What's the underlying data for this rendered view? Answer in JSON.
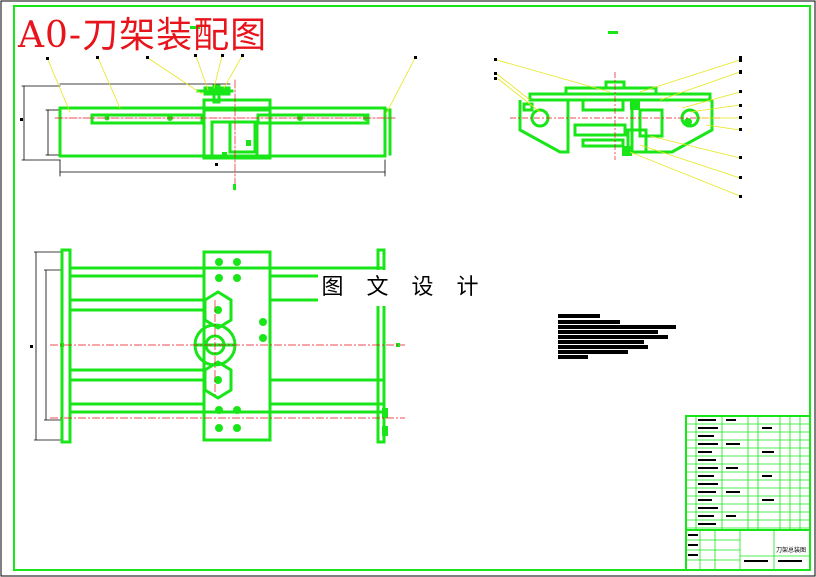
{
  "drawing": {
    "title": "A0-刀架装配图",
    "watermark": "图 文 设 计",
    "title_block_name": "刀架总装图"
  },
  "colors": {
    "part_outline": "#19e619",
    "leader": "#e6e619",
    "title": "#e8141b",
    "centerline": "#e8141b",
    "border": "#19e619",
    "text": "#000000"
  }
}
